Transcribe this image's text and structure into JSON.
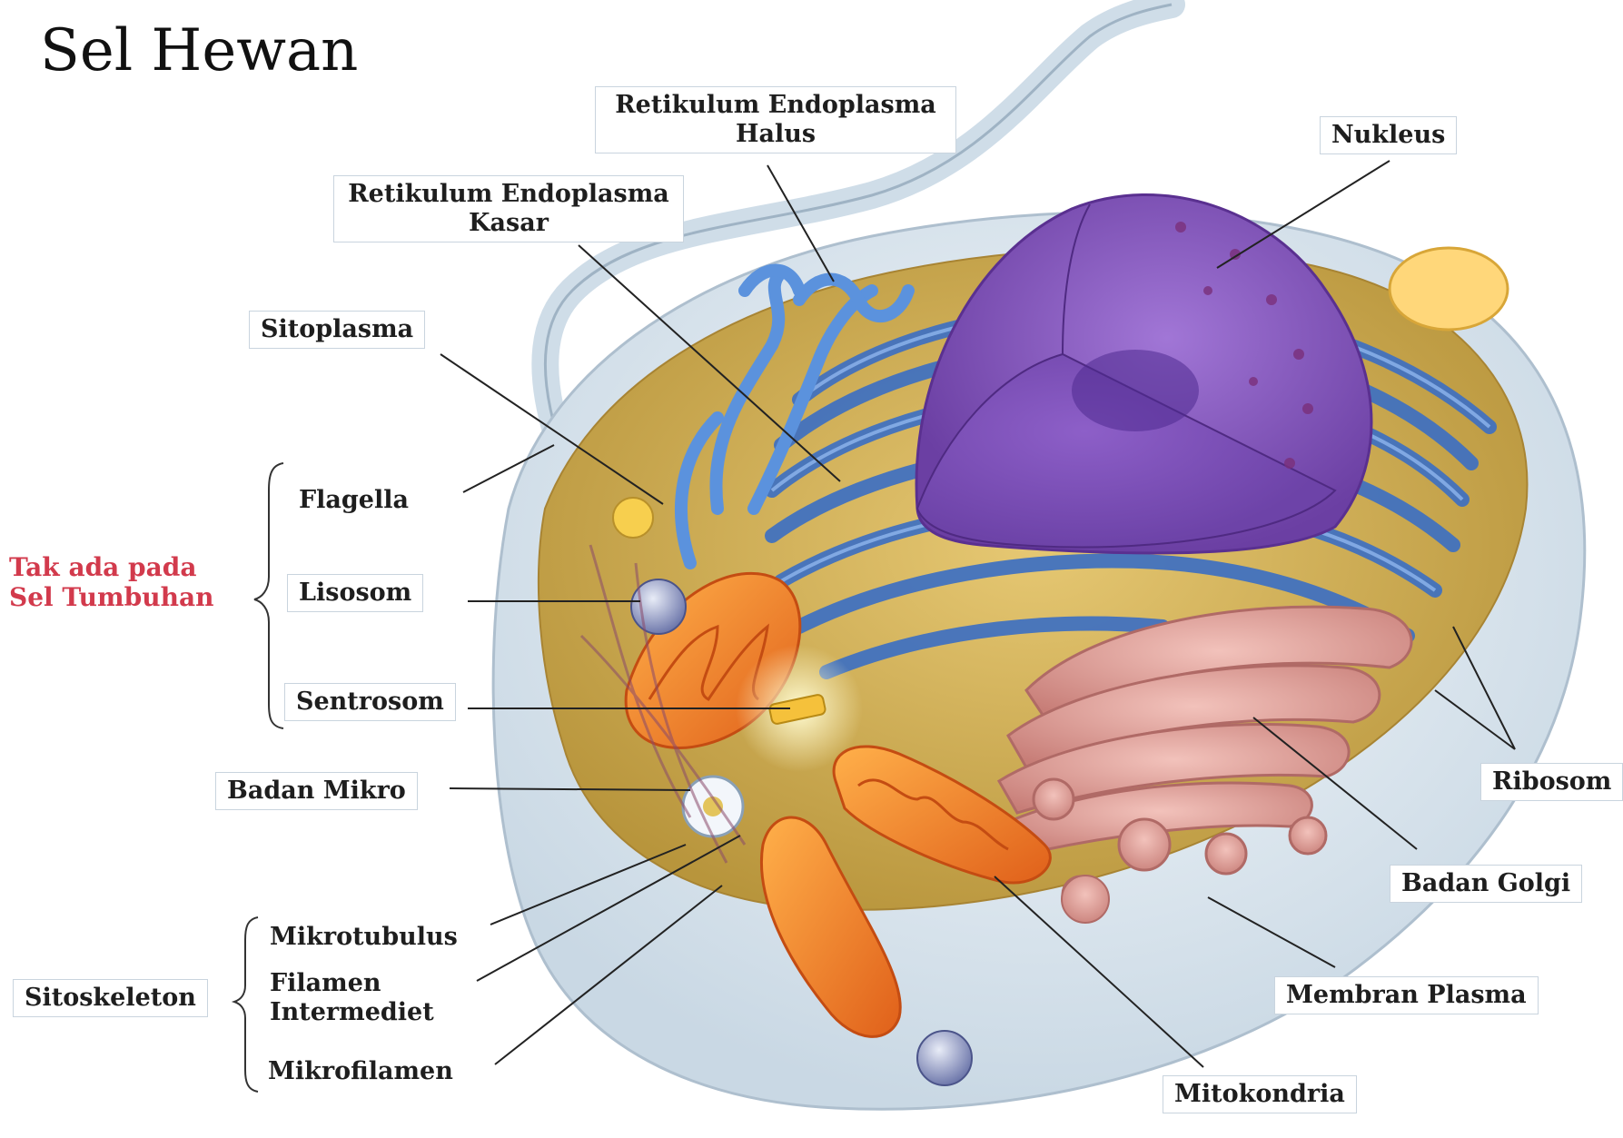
{
  "title": "Sel Hewan",
  "labels": {
    "retikulum_halus": {
      "line1": "Retikulum Endoplasma",
      "line2": "Halus"
    },
    "retikulum_kasar": {
      "line1": "Retikulum Endoplasma",
      "line2": "Kasar"
    },
    "nukleus": "Nukleus",
    "sitoplasma": "Sitoplasma",
    "flagella": "Flagella",
    "lisosom": "Lisosom",
    "sentrosom": "Sentrosom",
    "badan_mikro": "Badan Mikro",
    "ribosom": "Ribosom",
    "badan_golgi": "Badan Golgi",
    "membran_plasma": "Membran Plasma",
    "mitokondria": "Mitokondria",
    "mikrotubulus": "Mikrotubulus",
    "filamen_intermediet": {
      "line1": "Filamen",
      "line2": "Intermediet"
    },
    "mikrofilamen": "Mikrofilamen",
    "sitoskeleton": "Sitoskeleton"
  },
  "group_note": {
    "line1": "Tak ada pada",
    "line2": "Sel Tumbuhan"
  },
  "colors": {
    "membrane": "#dfe9f1",
    "cytoplasm": "#d8b55a",
    "er": "#4f86d6",
    "nucleus": "#8a5bbf",
    "golgi": "#d99a94",
    "mitochondria": "#f08a2a",
    "group_note": "#d23a4c",
    "leader": "#222222"
  }
}
